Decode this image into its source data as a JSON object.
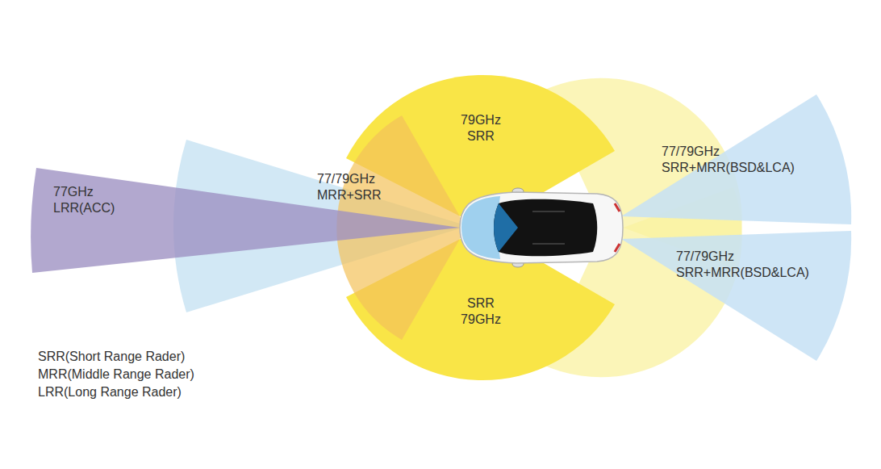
{
  "diagram": {
    "nodes": [
      {
        "text": [
          "79GHz SRR"
        ]
      },
      {
        "text": [
          "77GHz LRR(ACC)"
        ]
      },
      {
        "text": [
          "77/79GHz MRR+SRR"
        ]
      },
      {
        "text": [
          "77/79GHz SRR+MRR(BSD&LCA)"
        ]
      },
      {
        "text": [
          "77/79GHz SRR+MRR(BSD&LCA)"
        ]
      },
      {
        "text": [
          "SRR 79GHz"
        ]
      }
    ],
    "labels": [
      "SRR(Short Range Rader)",
      "MRR(Middle Range Rader)",
      "LRR(Long Range Rader)"
    ]
  }
}
